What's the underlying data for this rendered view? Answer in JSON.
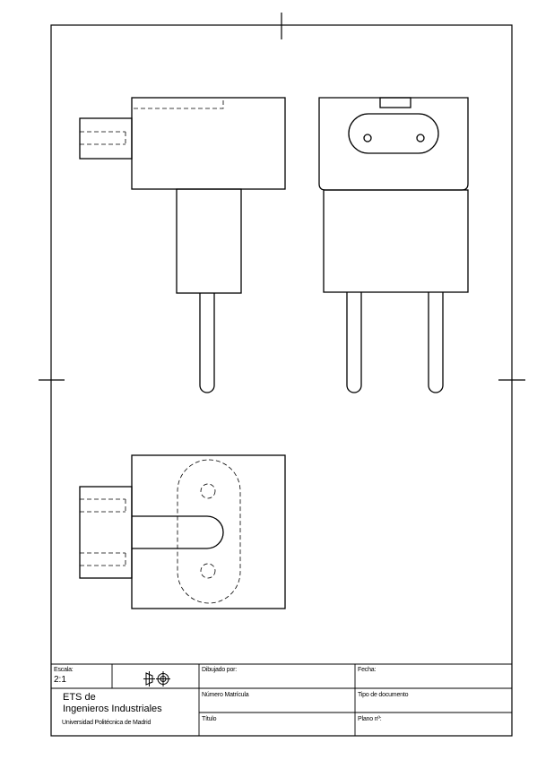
{
  "title_block": {
    "scale_label": "Escala:",
    "scale_value": "2:1",
    "projection_symbol": "first-angle-projection-icon",
    "drawn_by_label": "Dibujado por:",
    "date_label": "Fecha:",
    "school_line1": "ETS de",
    "school_line2": "Ingenieros Industriales",
    "university": "Universidad Politécnica de Madrid",
    "student_number_label": "Número Matrícula",
    "doc_type_label": "Tipo de documento",
    "title_label": "Título",
    "sheet_number_label": "Plano nº:"
  },
  "colors": {
    "line": "#000000",
    "background": "#ffffff"
  }
}
